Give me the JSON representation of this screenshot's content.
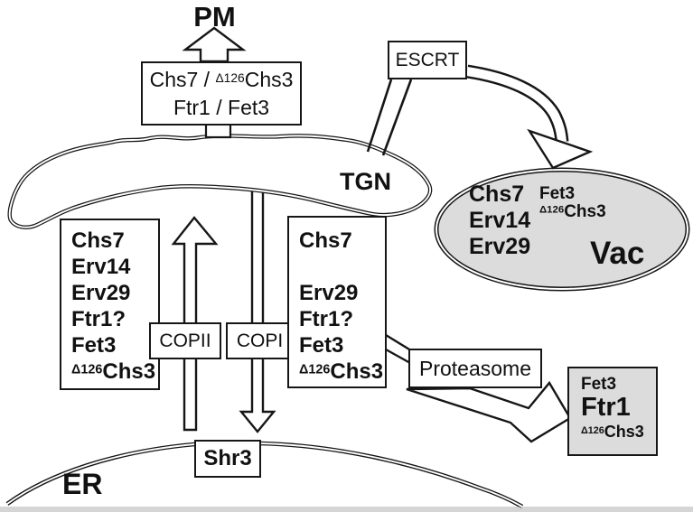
{
  "labels": {
    "pm": "PM",
    "tgn": "TGN",
    "er": "ER"
  },
  "colors": {
    "organelle_fill": "#dcdcdc",
    "line": "#161616"
  },
  "pm_cargo_box": {
    "line1_pre": "Chs7 / ",
    "line1_sup": "Δ126",
    "line1_base": "Chs3",
    "line2": "Ftr1 / Fet3"
  },
  "escrt_box": {
    "label": "ESCRT"
  },
  "copii_box": {
    "label": "COPII"
  },
  "copi_box": {
    "label": "COPI"
  },
  "proteasome_box": {
    "label": "Proteasome"
  },
  "shr3_box": {
    "label": "Shr3"
  },
  "left_box": {
    "items": [
      "Chs7",
      "Erv14",
      "Erv29",
      "Ftr1?",
      "Fet3"
    ],
    "delta_sup": "Δ126",
    "delta_base": "Chs3"
  },
  "right_box": {
    "items": [
      "Chs7",
      "",
      "Erv29",
      "Ftr1?",
      "Fet3"
    ],
    "delta_sup": "Δ126",
    "delta_base": "Chs3"
  },
  "vacuole": {
    "label": "Vac",
    "proteins": [
      "Chs7",
      "Erv14",
      "Erv29"
    ],
    "fet3": "Fet3",
    "delta_sup": "Δ126",
    "delta_base": "Chs3"
  },
  "degradation_box": {
    "fet3": "Fet3",
    "ftr1": "Ftr1",
    "delta_sup": "Δ126",
    "delta_base": "Chs3"
  }
}
